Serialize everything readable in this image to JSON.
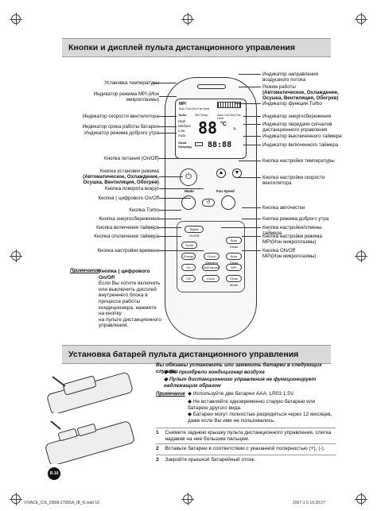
{
  "section1": {
    "title": "Кнопки и дисплей пульта дистанционного управления"
  },
  "section2": {
    "title": "Установка батарей пульта дистанционного управления"
  },
  "left_labels": [
    "Установка температуры",
    "Индикатор режима MPI (Ион микроплазмы)",
    "Индикатор скорости вентилятора",
    "Индикатор срока работы батареи",
    "Индикатор режима доброго утра",
    "Кнопка питания (On/Off)",
    "Кнопка установки режима",
    "(Автоматическое, Охлаждение, Осушка, Вентиляция, Обогрев)",
    "Кнопка поворота вокруг",
    "Кнопка ( цифрового On/Off",
    "Кнопка Turbo",
    "Кнопка энергосбережения",
    "Кнопка включения таймера",
    "Кнопка отключения таймера",
    "Кнопка настройки времени"
  ],
  "right_labels": [
    "Индикатор направления воздушного потока",
    "Режим работы",
    "(Автоматическое, Охлаждение, Осушка, Вентиляция, Обогрев)",
    "Индикатор функции Turbo",
    "Индикатор энергосбережения",
    "Индикатор передачи сигналов дистанционного управления",
    "Индикатор выключенного таймера",
    "Индикатор включенного таймера",
    "Кнопка настройки температуры",
    "Кнопка настройки скорости вентилятора",
    "Кнопка авточистки",
    "Кнопка режима доброго утра",
    "Кнопка настройки/отмены таймера",
    "Кнопка настройки режима MPI(Ион микроплазмы)",
    "Кнопка ON/Off",
    "MPI(Ион микроплазмы)"
  ],
  "note": {
    "tag": "Примечание",
    "title": "Кнопка ( цифрового On/Off",
    "text": "Если Вы хотите включить или выключить дисплей внутреннего блока в процессе работы кондиционера, нажмите на кнопку",
    "text_end": "на пульте дистанционного управления."
  },
  "remote": {
    "mpi": "MPI",
    "screen_sub": "Auto Cool Dry Fan Heat",
    "turbo": "Turbo",
    "set_temp": "Set Temp.",
    "mode_row": "Auto Cool Dry Fan Heat",
    "fan_labels": [
      "High",
      "Medium",
      "Low",
      "Auto"
    ],
    "good_sleeping": "Good Sleeping",
    "temp": "88",
    "unit": "°C",
    "timer": "88:88",
    "mode_btn": "Mode",
    "fan_btn": "Fan Speed",
    "digital_btn": "Digital On/Off",
    "btn_row1": [
      "Turbo",
      "Auto Clean"
    ],
    "btn_row2": [
      "Energy",
      "Good Sleeping",
      "Auto Clean"
    ],
    "btn_row3": [
      "On",
      "Set/Cancel",
      "MPI"
    ],
    "btn_row4": [
      "Off",
      "Clock",
      "Clean Mode"
    ]
  },
  "battery": {
    "intro": "Вы обязаны установить или заменить батареи в следующих случаях:",
    "bullets_italic": [
      "Вы приобрели кондиционер воздуха",
      "Пульт дистанционного управления не функционирует надлежащим образом"
    ],
    "note_tag": "Примечание",
    "bullets": [
      "Используйте две батареи AAA, LR03 1,5V.",
      "Не вставляйте одновременно старую батарею или батарею другого вида.",
      "Батареи могут полностью разрядиться через 12 месяцев, даже если Вы ими не пользовались."
    ],
    "steps": [
      {
        "num": "1",
        "text": "Снимите заднюю крышку пульта дистанционного управления, слегка надавив на нее большим пальцем."
      },
      {
        "num": "2",
        "text": "Вставьте батареи в соответствии с указанной полярностью (+), (-)."
      },
      {
        "num": "3",
        "text": "Закройте крышкой батарейный отсек."
      }
    ]
  },
  "page_number": "R-10",
  "footer": {
    "left": "VIVACE_CIS_DB98-27055A_IB_R.indd  10",
    "right": "2007-1-5   16:30:27"
  }
}
